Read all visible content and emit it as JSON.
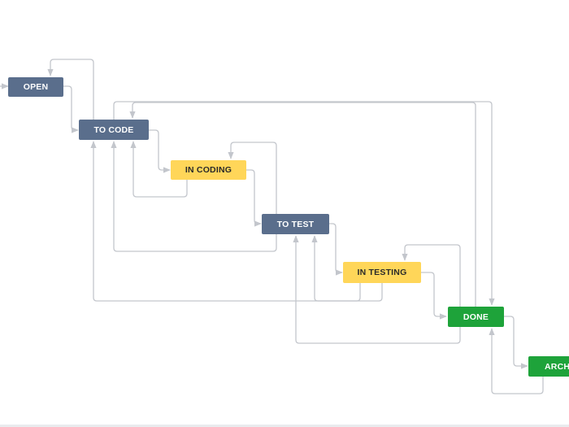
{
  "workflow": {
    "statuses": {
      "open": {
        "label": "OPEN",
        "category": "todo"
      },
      "to_code": {
        "label": "TO CODE",
        "category": "todo"
      },
      "in_coding": {
        "label": "IN CODING",
        "category": "progress"
      },
      "to_test": {
        "label": "TO TEST",
        "category": "todo"
      },
      "in_testing": {
        "label": "IN TESTING",
        "category": "progress"
      },
      "done": {
        "label": "DONE",
        "category": "done"
      },
      "archived": {
        "label": "ARCHI",
        "category": "done"
      }
    },
    "colors": {
      "todo": "#5a6e8c",
      "progress": "#ffd659",
      "done": "#1ea33a",
      "connector": "#c3c6cc"
    }
  }
}
